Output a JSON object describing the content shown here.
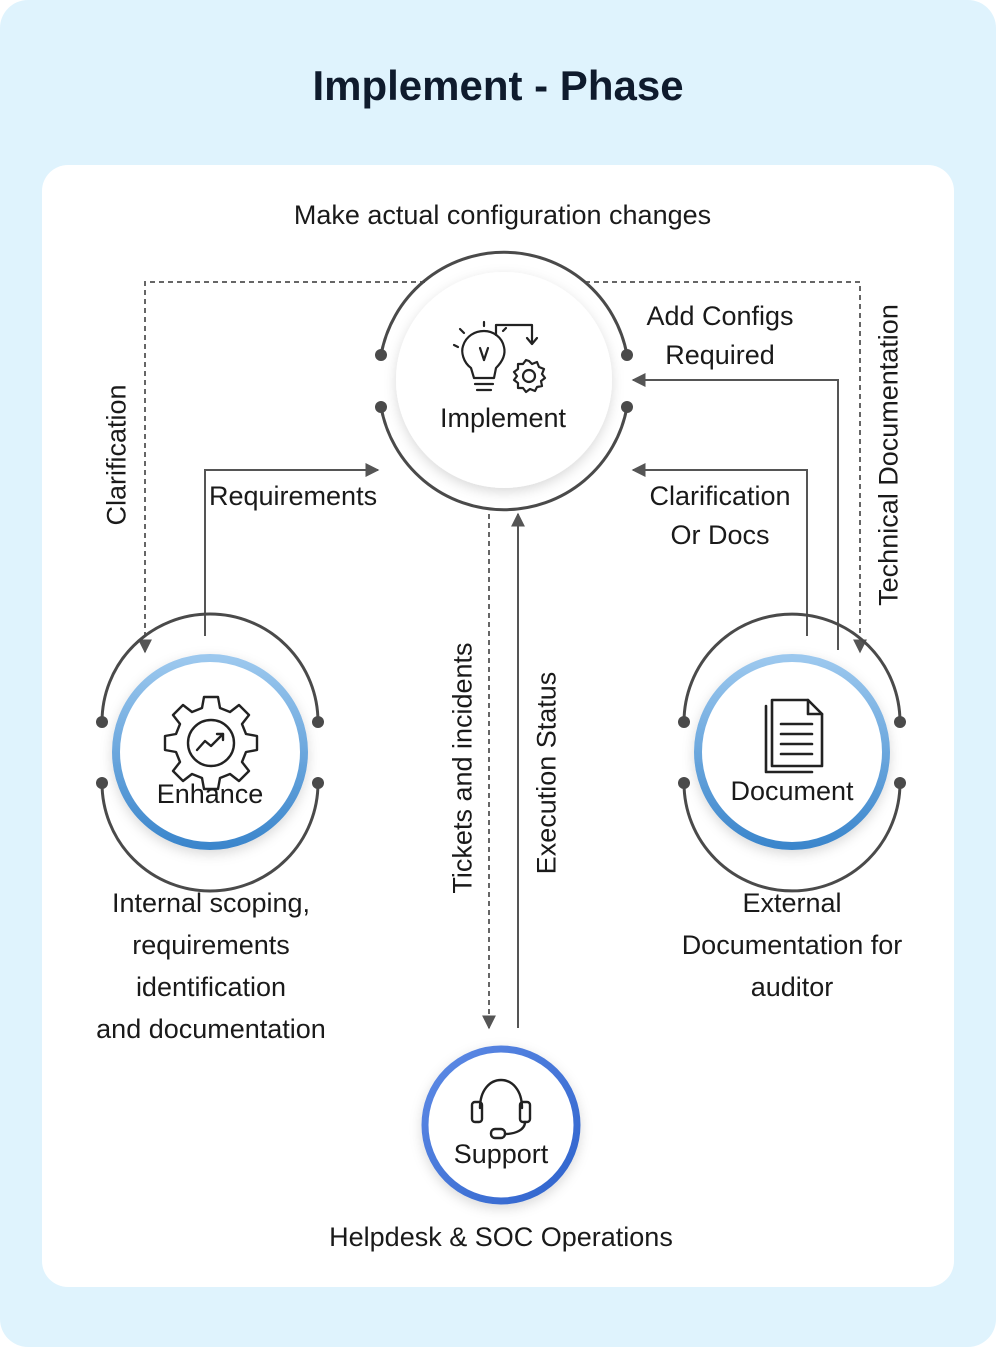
{
  "title": "Implement - Phase",
  "top_caption": "Make actual configuration changes",
  "nodes": {
    "implement": {
      "label": "Implement"
    },
    "enhance": {
      "label": "Enhance",
      "description": [
        "Internal scoping,",
        "requirements",
        "identification",
        "and documentation"
      ]
    },
    "document": {
      "label": "Document",
      "description": [
        "External",
        "Documentation for",
        "auditor"
      ]
    },
    "support": {
      "label": "Support",
      "description": "Helpdesk & SOC Operations"
    }
  },
  "edges": {
    "clarification": "Clarification",
    "requirements": "Requirements",
    "add_configs": [
      "Add Configs",
      "Required"
    ],
    "clarification_docs": [
      "Clarification",
      "Or Docs"
    ],
    "technical_documentation": "Technical Documentation",
    "tickets": "Tickets and incidents",
    "execution_status": "Execution Status"
  },
  "colors": {
    "background": "#dff3fd",
    "ring_blue": "#5aa2dd",
    "ring_gray": "#4a4a4a",
    "support_ring": "#3e6fd6",
    "title": "#0f1b2d"
  }
}
